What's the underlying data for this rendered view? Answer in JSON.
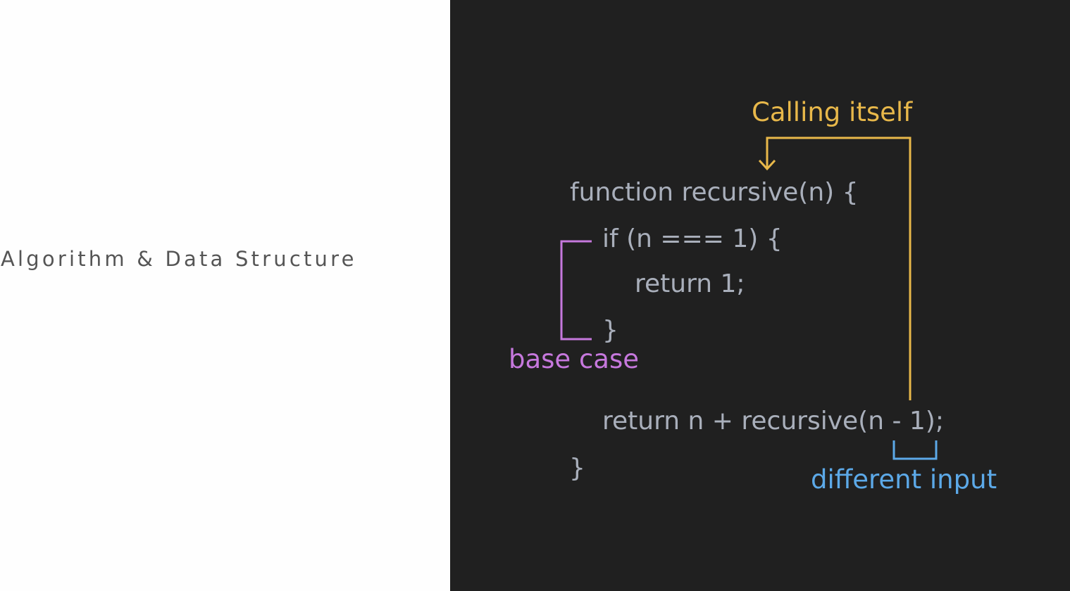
{
  "left_panel": {
    "title": "Algorithm & Data Structure"
  },
  "code": {
    "lines": [
      "function recursive(n) {",
      "if (n === 1) {",
      "return 1;",
      "}",
      "return n + recursive(n - 1);",
      "}"
    ]
  },
  "annotations": {
    "calling_itself": {
      "label": "Calling itself",
      "color": "#e8b84a"
    },
    "base_case": {
      "label": "base case",
      "color": "#c678dd"
    },
    "different_input": {
      "label": "different input",
      "color": "#5ca9e8"
    }
  },
  "colors": {
    "left_background": "#fefefe",
    "right_background": "#202020",
    "code_text": "#a9afbb",
    "title_text": "#555555"
  }
}
